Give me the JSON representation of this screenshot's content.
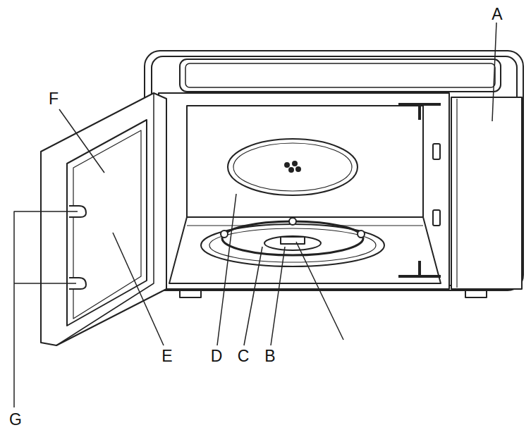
{
  "diagram": {
    "labels": [
      "A",
      "F",
      "E",
      "D",
      "C",
      "B",
      "G"
    ]
  }
}
